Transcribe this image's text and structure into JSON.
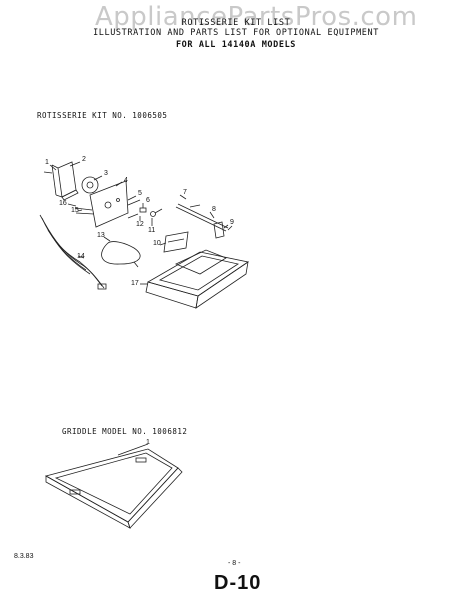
{
  "watermark": "AppliancePartsPros.com",
  "header": {
    "line1": "ROTISSERIE KIT LIST",
    "line2": "ILLUSTRATION AND PARTS LIST FOR OPTIONAL EQUIPMENT",
    "line3": "FOR ALL  14140A  MODELS"
  },
  "rotisserie": {
    "label": "ROTISSERIE  KIT  NO.  1006505",
    "callouts": [
      "1",
      "2",
      "3",
      "4",
      "5",
      "6",
      "7",
      "8",
      "9",
      "10",
      "11",
      "12",
      "13",
      "14",
      "15",
      "16",
      "17"
    ]
  },
  "griddle": {
    "label": "GRIDDLE  MODEL  NO.  1006812",
    "callouts": [
      "1"
    ]
  },
  "footer": {
    "date": "8.3.83",
    "page": "- 8 -",
    "doc_ref": "D-10"
  }
}
